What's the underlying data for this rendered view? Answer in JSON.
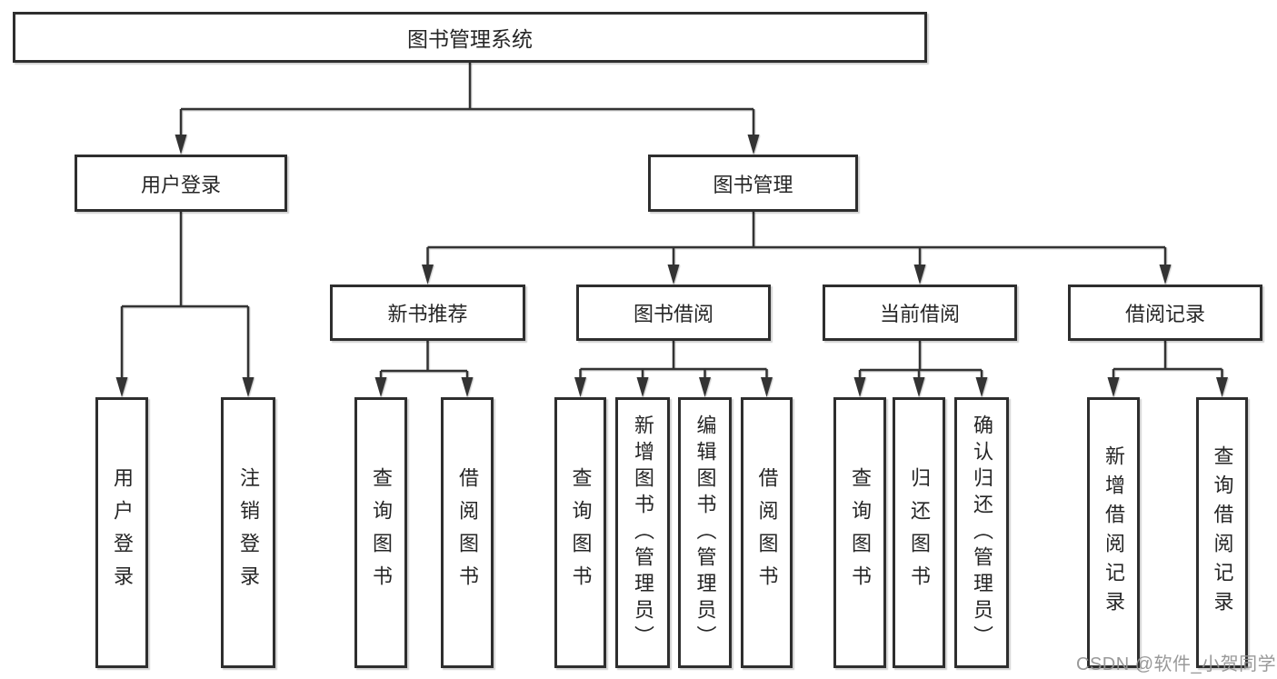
{
  "diagram": {
    "root": {
      "label": "图书管理系统"
    },
    "level2": [
      {
        "label": "用户登录"
      },
      {
        "label": "图书管理"
      }
    ],
    "level3": [
      {
        "label": "新书推荐"
      },
      {
        "label": "图书借阅"
      },
      {
        "label": "当前借阅"
      },
      {
        "label": "借阅记录"
      }
    ],
    "leaves": {
      "user_login": [
        {
          "label": "用户登录"
        },
        {
          "label": "注销登录"
        }
      ],
      "new_books": [
        {
          "label": "查询图书"
        },
        {
          "label": "借阅图书"
        }
      ],
      "book_borrow": [
        {
          "label": "查询图书"
        },
        {
          "label": "新增图书（管理员）"
        },
        {
          "label": "编辑图书（管理员）"
        },
        {
          "label": "借阅图书"
        }
      ],
      "current_borrow": [
        {
          "label": "查询图书"
        },
        {
          "label": "归还图书"
        },
        {
          "label": "确认归还（管理员）"
        }
      ],
      "borrow_records": [
        {
          "label": "新增借阅记录"
        },
        {
          "label": "查询借阅记录"
        }
      ]
    },
    "watermark": "CSDN @软件_小贺同学",
    "colors": {
      "line": "#333333",
      "border": "#2e2e2e",
      "text": "#262626",
      "background": "#ffffff",
      "watermark": "#949494"
    }
  }
}
